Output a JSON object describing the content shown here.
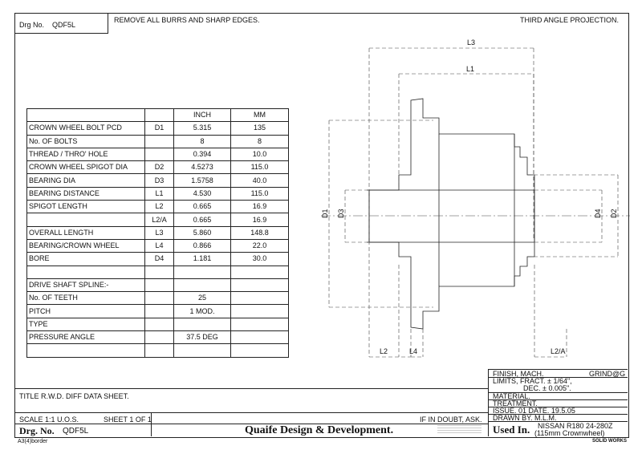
{
  "header": {
    "drg_no_label": "Drg No.",
    "drg_no_value": "QDF5L",
    "note": "REMOVE ALL BURRS AND SHARP EDGES.",
    "projection": "THIRD ANGLE PROJECTION."
  },
  "table": {
    "columns": [
      "",
      "",
      "INCH",
      "MM"
    ],
    "rows": [
      [
        "CROWN WHEEL BOLT PCD",
        "D1",
        "5.315",
        "135"
      ],
      [
        "No. OF BOLTS",
        "",
        "8",
        "8"
      ],
      [
        "THREAD / THRO' HOLE",
        "",
        "0.394",
        "10.0"
      ],
      [
        "CROWN WHEEL SPIGOT DIA",
        "D2",
        "4.5273",
        "115.0"
      ],
      [
        "BEARING DIA",
        "D3",
        "1.5758",
        "40.0"
      ],
      [
        "BEARING DISTANCE",
        "L1",
        "4.530",
        "115.0"
      ],
      [
        "SPIGOT LENGTH",
        "L2",
        "0.665",
        "16.9"
      ],
      [
        "",
        "L2/A",
        "0.665",
        "16.9"
      ],
      [
        "OVERALL LENGTH",
        "L3",
        "5.860",
        "148.8"
      ],
      [
        "BEARING/CROWN WHEEL",
        "L4",
        "0.866",
        "22.0"
      ],
      [
        "BORE",
        "D4",
        "1.181",
        "30.0"
      ],
      [
        "",
        "",
        "",
        ""
      ],
      [
        "DRIVE SHAFT SPLINE:-",
        "",
        "",
        ""
      ],
      [
        "No. OF TEETH",
        "",
        "25",
        ""
      ],
      [
        "PITCH",
        "",
        "1 MOD.",
        ""
      ],
      [
        "TYPE",
        "",
        "",
        ""
      ],
      [
        "PRESSURE ANGLE",
        "",
        "37.5 DEG",
        ""
      ],
      [
        "",
        "",
        "",
        ""
      ]
    ]
  },
  "drawing": {
    "labels": {
      "L3": "L3",
      "L1": "L1",
      "D1": "D1",
      "D3": "D3",
      "D4": "D4",
      "D2": "D2",
      "L2": "L2",
      "L4": "L4",
      "L2A": "L2/A"
    }
  },
  "title_block": {
    "title": "TITLE  R.W.D. DIFF DATA SHEET.",
    "scale": "SCALE 1:1 U.O.S.",
    "sheet": "SHEET 1 OF 1",
    "if_in_doubt": "IF IN DOUBT, ASK.",
    "drg_no_label": "Drg. No.",
    "drg_no_value": "QDF5L",
    "company": "Quaife Design & Development.",
    "border_note": "A3(4)border",
    "solidworks": "SOLID WORKS",
    "finish": "FINISH, MACH.",
    "grind": "GRIND@G",
    "limits_fract": "LIMITS, FRACT. ± 1/64\",",
    "limits_dec": "DEC. ± 0.005\".",
    "material": "MATERIAL.",
    "treatment": "TREATMENT.",
    "issue": "ISSUE. 01  DATE. 19.5.05",
    "drawn_by": "DRAWN BY. M.L.M.",
    "used_in_label": "Used In.",
    "used_in_1": "NISSAN R180 24-280Z",
    "used_in_2": "(115mm Crownwheel)"
  }
}
